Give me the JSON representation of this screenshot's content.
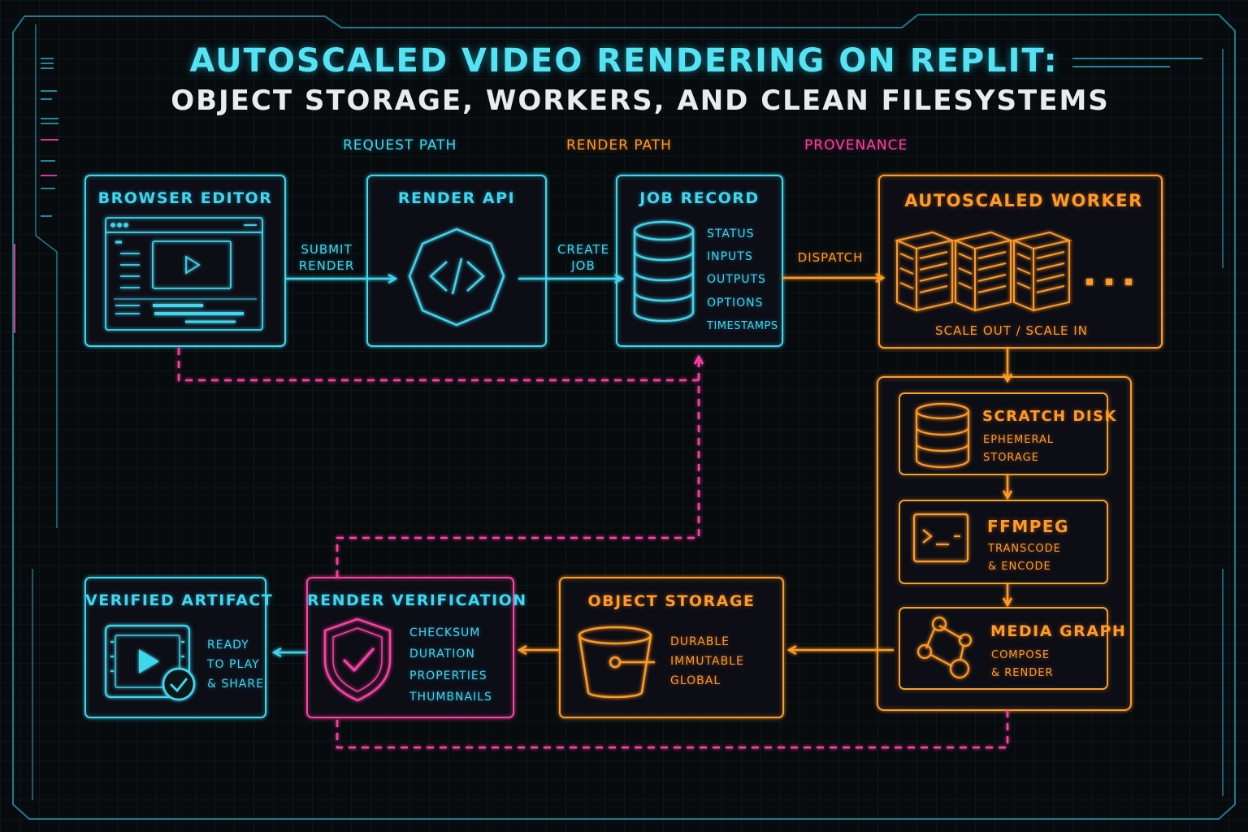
{
  "title": "AUTOSCALED VIDEO RENDERING ON REPLIT:",
  "subtitle": "OBJECT STORAGE, WORKERS, AND CLEAN FILESYSTEMS",
  "legend": {
    "request": "REQUEST PATH",
    "render": "RENDER PATH",
    "provenance": "PROVENANCE"
  },
  "colors": {
    "request": "#3fd6ee",
    "render": "#ff9a26",
    "provenance": "#ff3fa4"
  },
  "nodes": {
    "browser_editor": {
      "title": "BROWSER EDITOR",
      "icon": "editor-window-icon"
    },
    "render_api": {
      "title": "RENDER API",
      "icon": "code-icon"
    },
    "job_record": {
      "title": "JOB RECORD",
      "icon": "database-icon",
      "fields": [
        "STATUS",
        "INPUTS",
        "OUTPUTS",
        "OPTIONS",
        "TIMESTAMPS"
      ]
    },
    "worker": {
      "title": "AUTOSCALED WORKER",
      "icon": "server-rack-icon",
      "caption": "SCALE OUT / SCALE IN",
      "more": "..."
    },
    "scratch_disk": {
      "title": "SCRATCH DISK",
      "lines": [
        "EPHEMERAL",
        "STORAGE"
      ]
    },
    "ffmpeg": {
      "title": "FFMPEG",
      "lines": [
        "TRANSCODE",
        "& ENCODE"
      ]
    },
    "media_graph": {
      "title": "MEDIA GRAPH",
      "lines": [
        "COMPOSE",
        "& RENDER"
      ]
    },
    "object_storage": {
      "title": "OBJECT STORAGE",
      "items": [
        "DURABLE",
        "IMMUTABLE",
        "GLOBAL"
      ]
    },
    "render_verification": {
      "title": "RENDER VERIFICATION",
      "items": [
        "CHECKSUM",
        "DURATION",
        "PROPERTIES",
        "THUMBNAILS"
      ]
    },
    "verified_artifact": {
      "title": "VERIFIED ARTIFACT",
      "items": [
        "READY",
        "TO PLAY",
        "& SHARE"
      ]
    }
  },
  "edges": {
    "submit": [
      "SUBMIT",
      "RENDER"
    ],
    "create": [
      "CREATE",
      "JOB"
    ],
    "dispatch": "DISPATCH"
  }
}
